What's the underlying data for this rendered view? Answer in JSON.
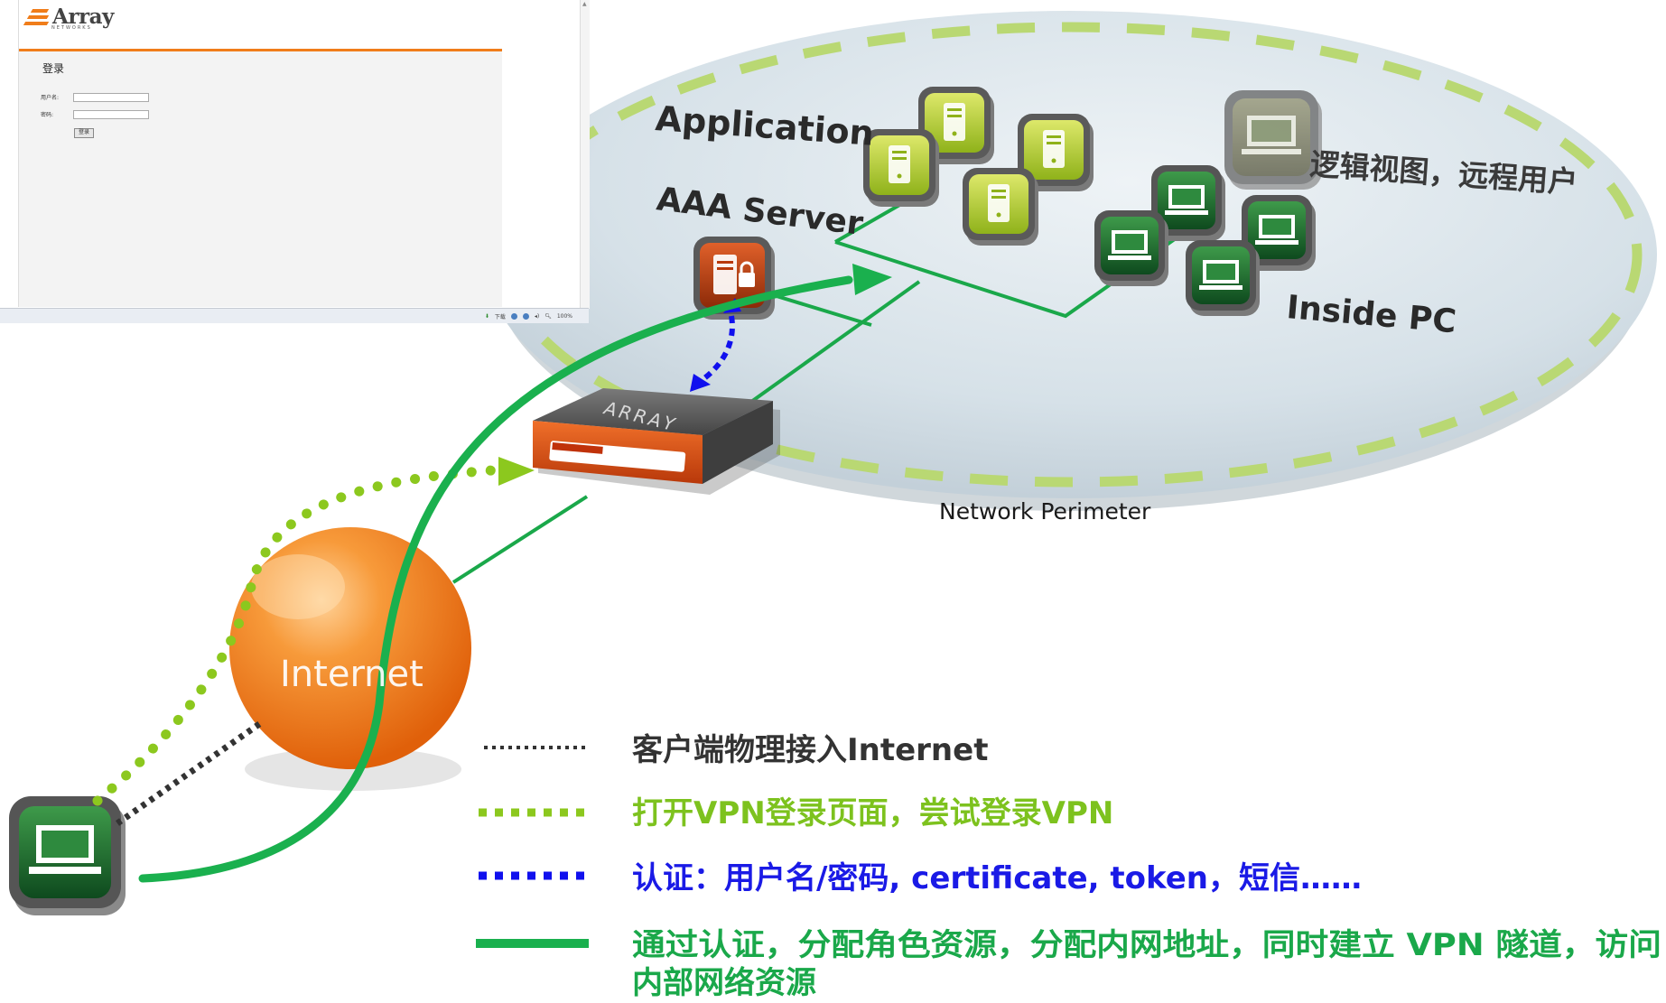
{
  "login_window": {
    "logo_word": "Array",
    "logo_sub": "NETWORKS",
    "title": "登录",
    "username_label": "用户名:",
    "password_label": "密码:",
    "login_button": "登录",
    "status": {
      "download": "下载",
      "zoom": "100%"
    }
  },
  "diagram": {
    "perimeter_label": "Network Perimeter",
    "application_label": "Application",
    "aaa_label": "AAA Server",
    "inside_pc_label": "Inside PC",
    "logical_view_label": "逻辑视图，远程用户",
    "device_label": "ARRAY",
    "internet_label": "Internet"
  },
  "legend": [
    {
      "text": "客户端物理接入Internet",
      "color": "#333333",
      "style": "dotted-black"
    },
    {
      "text": "打开VPN登录页面，尝试登录VPN",
      "color": "#7dc21e",
      "style": "dotted-lime"
    },
    {
      "text": "认证：用户名/密码, certificate, token，短信……",
      "color": "#1a1ae6",
      "style": "dotted-blue"
    },
    {
      "text": "通过认证，分配角色资源，分配内网地址，同时建立 VPN 隧道，访问",
      "text2": "内部网络资源",
      "color": "#1aa84a",
      "style": "solid-green"
    }
  ],
  "colors": {
    "tunnel_green": "#1ab04e",
    "lime": "#8cc81e",
    "blue": "#1010ee",
    "orange": "#f07d1a",
    "perimeter": "#cfdbe3"
  }
}
